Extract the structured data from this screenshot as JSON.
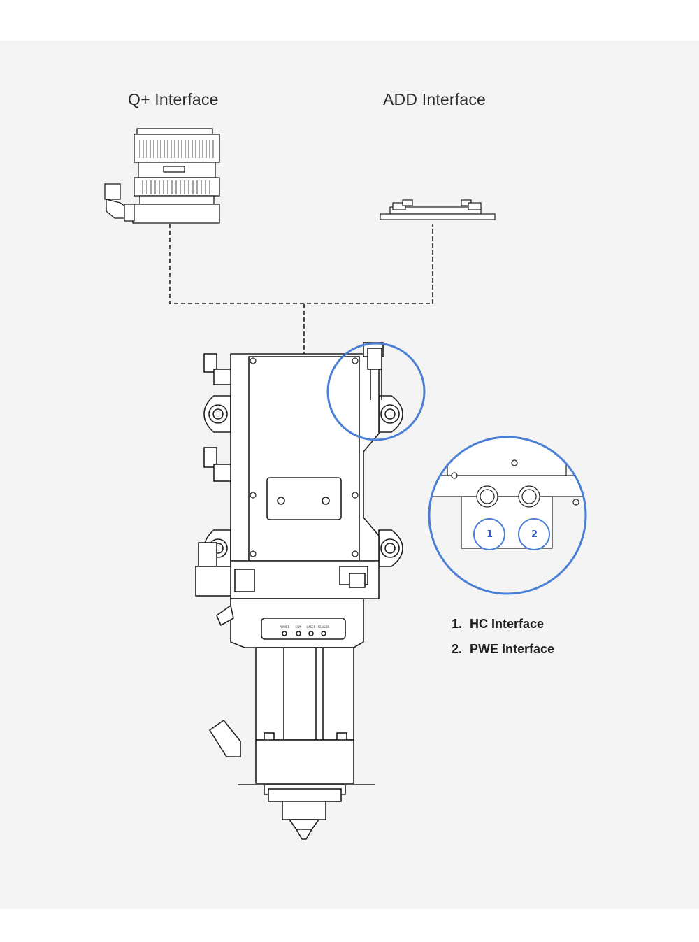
{
  "labels": {
    "q_plus_interface": "Q+ Interface",
    "add_interface": "ADD Interface"
  },
  "callouts": [
    {
      "number": "1",
      "text": "HC Interface"
    },
    {
      "number": "2",
      "text": "PWE Interface"
    }
  ],
  "indicator_labels": [
    "POWER",
    "CON",
    "LASER",
    "SENSOR"
  ],
  "colors": {
    "highlight": "#4a7fd6",
    "badge_text": "#2f5fc0",
    "line_art": "#1e1e1e",
    "panel_background": "#f4f4f4"
  }
}
